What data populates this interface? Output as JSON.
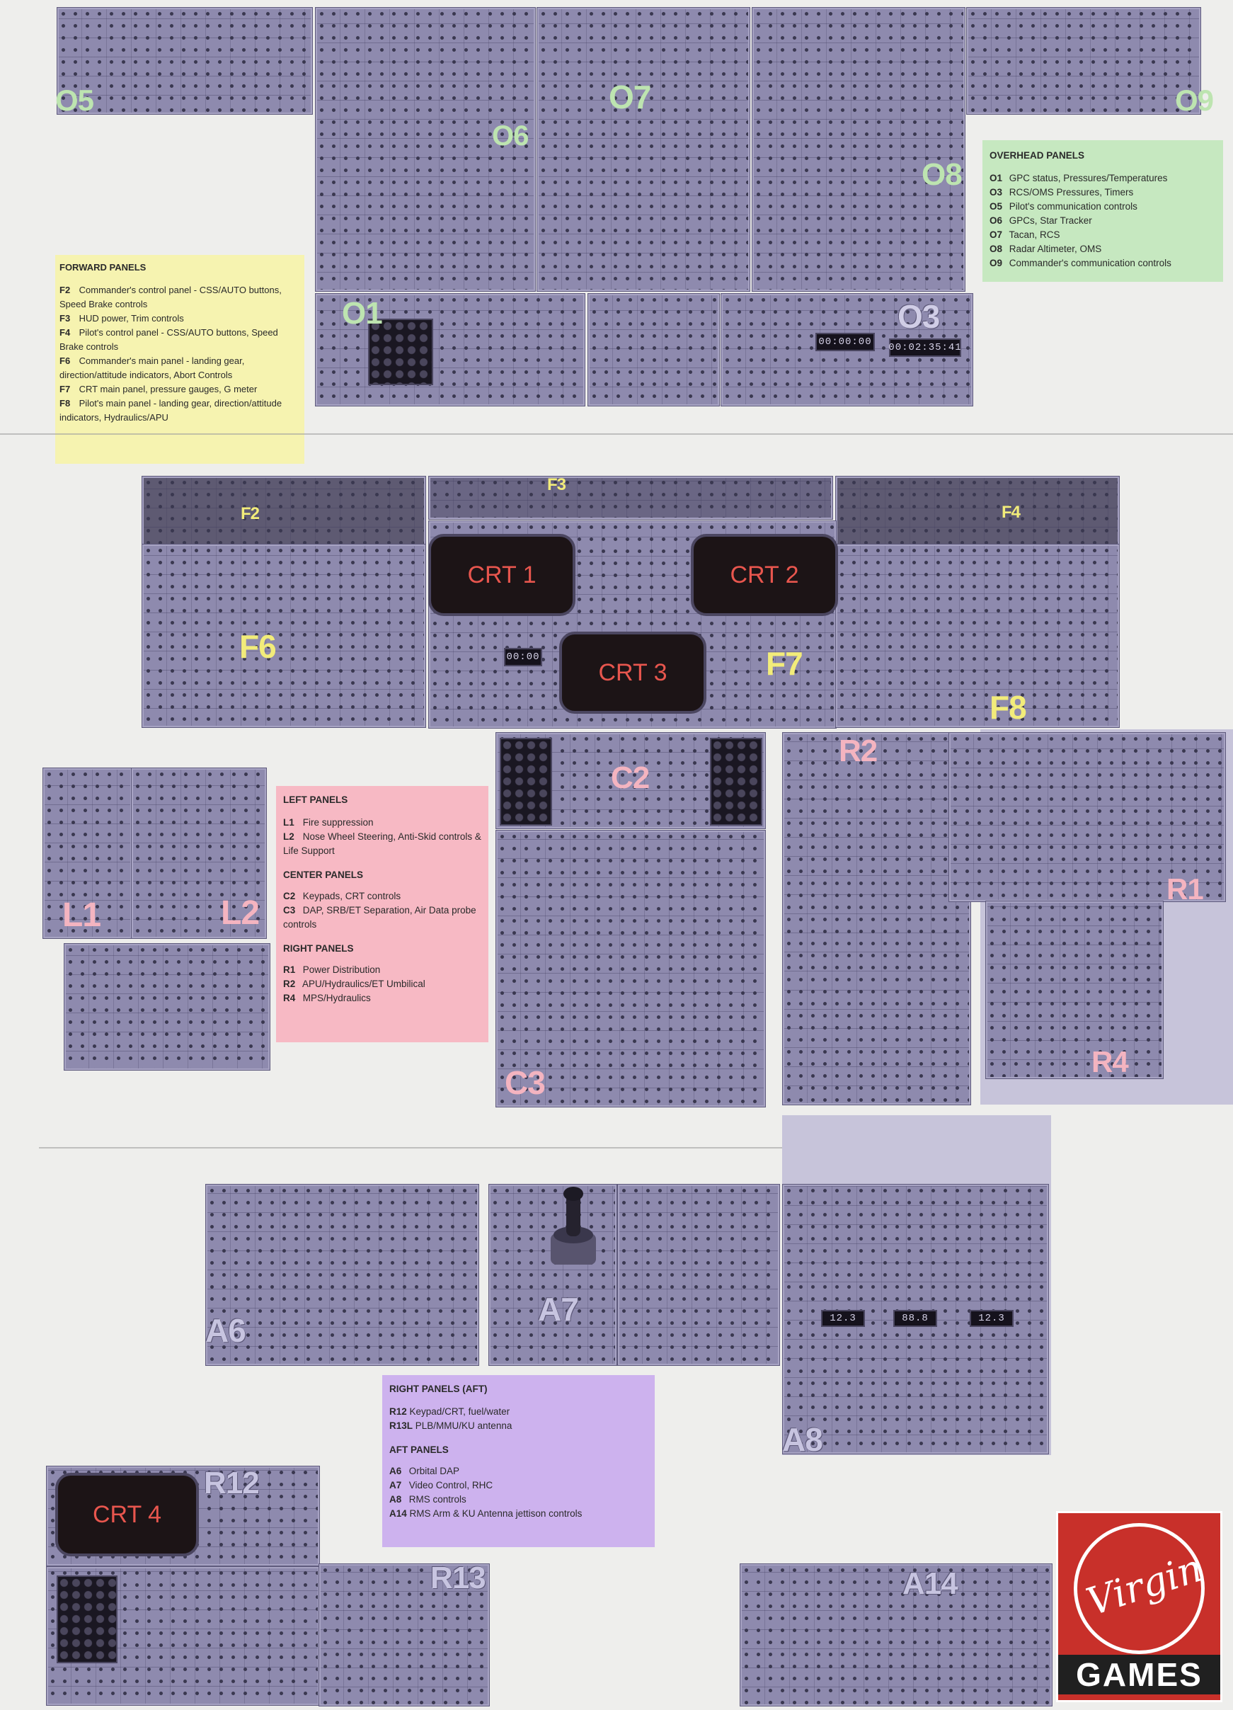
{
  "panel_labels": {
    "o5": "O5",
    "o6": "O6",
    "o7": "O7",
    "o8": "O8",
    "o9": "O9",
    "o1": "O1",
    "o3": "O3",
    "f2": "F2",
    "f3": "F3",
    "f4": "F4",
    "f6": "F6",
    "f7": "F7",
    "f8": "F8",
    "c2": "C2",
    "c3": "C3",
    "l1": "L1",
    "l2": "L2",
    "r1": "R1",
    "r2": "R2",
    "r4": "R4",
    "a6": "A6",
    "a7": "A7",
    "a8": "A8",
    "a14": "A14",
    "r12": "R12",
    "r13": "R13"
  },
  "crts": {
    "crt1": "CRT 1",
    "crt2": "CRT 2",
    "crt3": "CRT 3",
    "crt4": "CRT 4"
  },
  "displays": {
    "o1_timer": "00:00:00",
    "o3_timer": "00:02:35:41",
    "f7_timer": "00:00",
    "a8_left": "12.3",
    "a8_mid": "88.8",
    "a8_right": "12.3"
  },
  "overhead_legend": {
    "title": "OVERHEAD PANELS",
    "items": [
      {
        "code": "O1",
        "text": "GPC status, Pressures/Temperatures"
      },
      {
        "code": "O3",
        "text": "RCS/OMS Pressures, Timers"
      },
      {
        "code": "O5",
        "text": "Pilot's communication controls"
      },
      {
        "code": "O6",
        "text": "GPCs, Star Tracker"
      },
      {
        "code": "O7",
        "text": "Tacan, RCS"
      },
      {
        "code": "O8",
        "text": "Radar Altimeter, OMS"
      },
      {
        "code": "O9",
        "text": "Commander's communication controls"
      }
    ]
  },
  "forward_legend": {
    "title": "FORWARD PANELS",
    "items": [
      {
        "code": "F2",
        "text": "Commander's control panel - CSS/AUTO buttons, Speed Brake controls"
      },
      {
        "code": "F3",
        "text": "HUD power, Trim controls"
      },
      {
        "code": "F4",
        "text": "Pilot's control panel - CSS/AUTO buttons, Speed Brake controls"
      },
      {
        "code": "F6",
        "text": "Commander's main panel - landing gear, direction/attitude indicators, Abort Controls"
      },
      {
        "code": "F7",
        "text": "CRT main panel, pressure gauges, G meter"
      },
      {
        "code": "F8",
        "text": "Pilot's main panel - landing gear, direction/attitude indicators, Hydraulics/APU"
      }
    ]
  },
  "lcr_legend": {
    "left_title": "LEFT PANELS",
    "left_items": [
      {
        "code": "L1",
        "text": "Fire suppression"
      },
      {
        "code": "L2",
        "text": "Nose Wheel Steering, Anti-Skid controls & Life Support"
      }
    ],
    "center_title": "CENTER PANELS",
    "center_items": [
      {
        "code": "C2",
        "text": "Keypads, CRT controls"
      },
      {
        "code": "C3",
        "text": "DAP, SRB/ET Separation, Air Data probe controls"
      }
    ],
    "right_title": "RIGHT PANELS",
    "right_items": [
      {
        "code": "R1",
        "text": "Power Distribution"
      },
      {
        "code": "R2",
        "text": "APU/Hydraulics/ET Umbilical"
      },
      {
        "code": "R4",
        "text": "MPS/Hydraulics"
      }
    ]
  },
  "aft_legend": {
    "right_title": "RIGHT PANELS (AFT)",
    "right_items": [
      {
        "code": "R12",
        "text": "Keypad/CRT, fuel/water"
      },
      {
        "code": "R13L",
        "text": "PLB/MMU/KU antenna"
      }
    ],
    "aft_title": "AFT PANELS",
    "aft_items": [
      {
        "code": "A6",
        "text": "Orbital DAP"
      },
      {
        "code": "A7",
        "text": "Video Control, RHC"
      },
      {
        "code": "A8",
        "text": "RMS controls"
      },
      {
        "code": "A14",
        "text": "RMS Arm & KU Antenna jettison controls"
      }
    ]
  },
  "logo": {
    "script": "Virgin",
    "word": "GAMES"
  }
}
